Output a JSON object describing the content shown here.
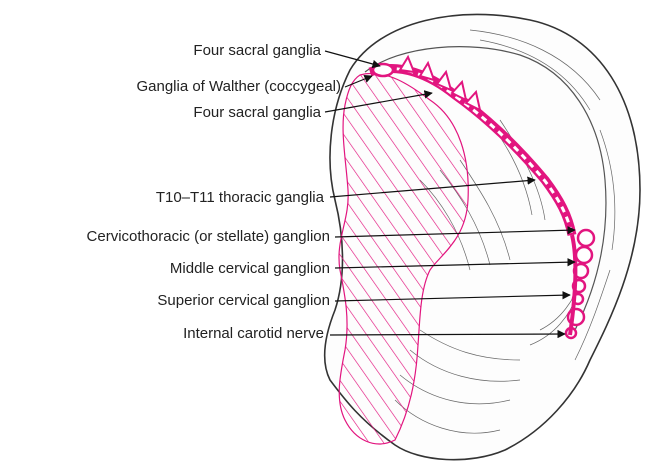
{
  "colors": {
    "accent": "#e2157f",
    "outline": "#333333",
    "text": "#222222",
    "hatch": "#e2157f"
  },
  "labels": {
    "sacral_top": "Four sacral ganglia",
    "walther": "Ganglia of Walther (coccygeal)",
    "sacral_bottom": "Four sacral ganglia",
    "thoracic": "T10–T11 thoracic ganglia",
    "stellate": "Cervicothoracic (or stellate) ganglion",
    "middle_cervical": "Middle cervical ganglion",
    "superior_cervical": "Superior cervical ganglion",
    "carotid": "Internal carotid nerve"
  }
}
